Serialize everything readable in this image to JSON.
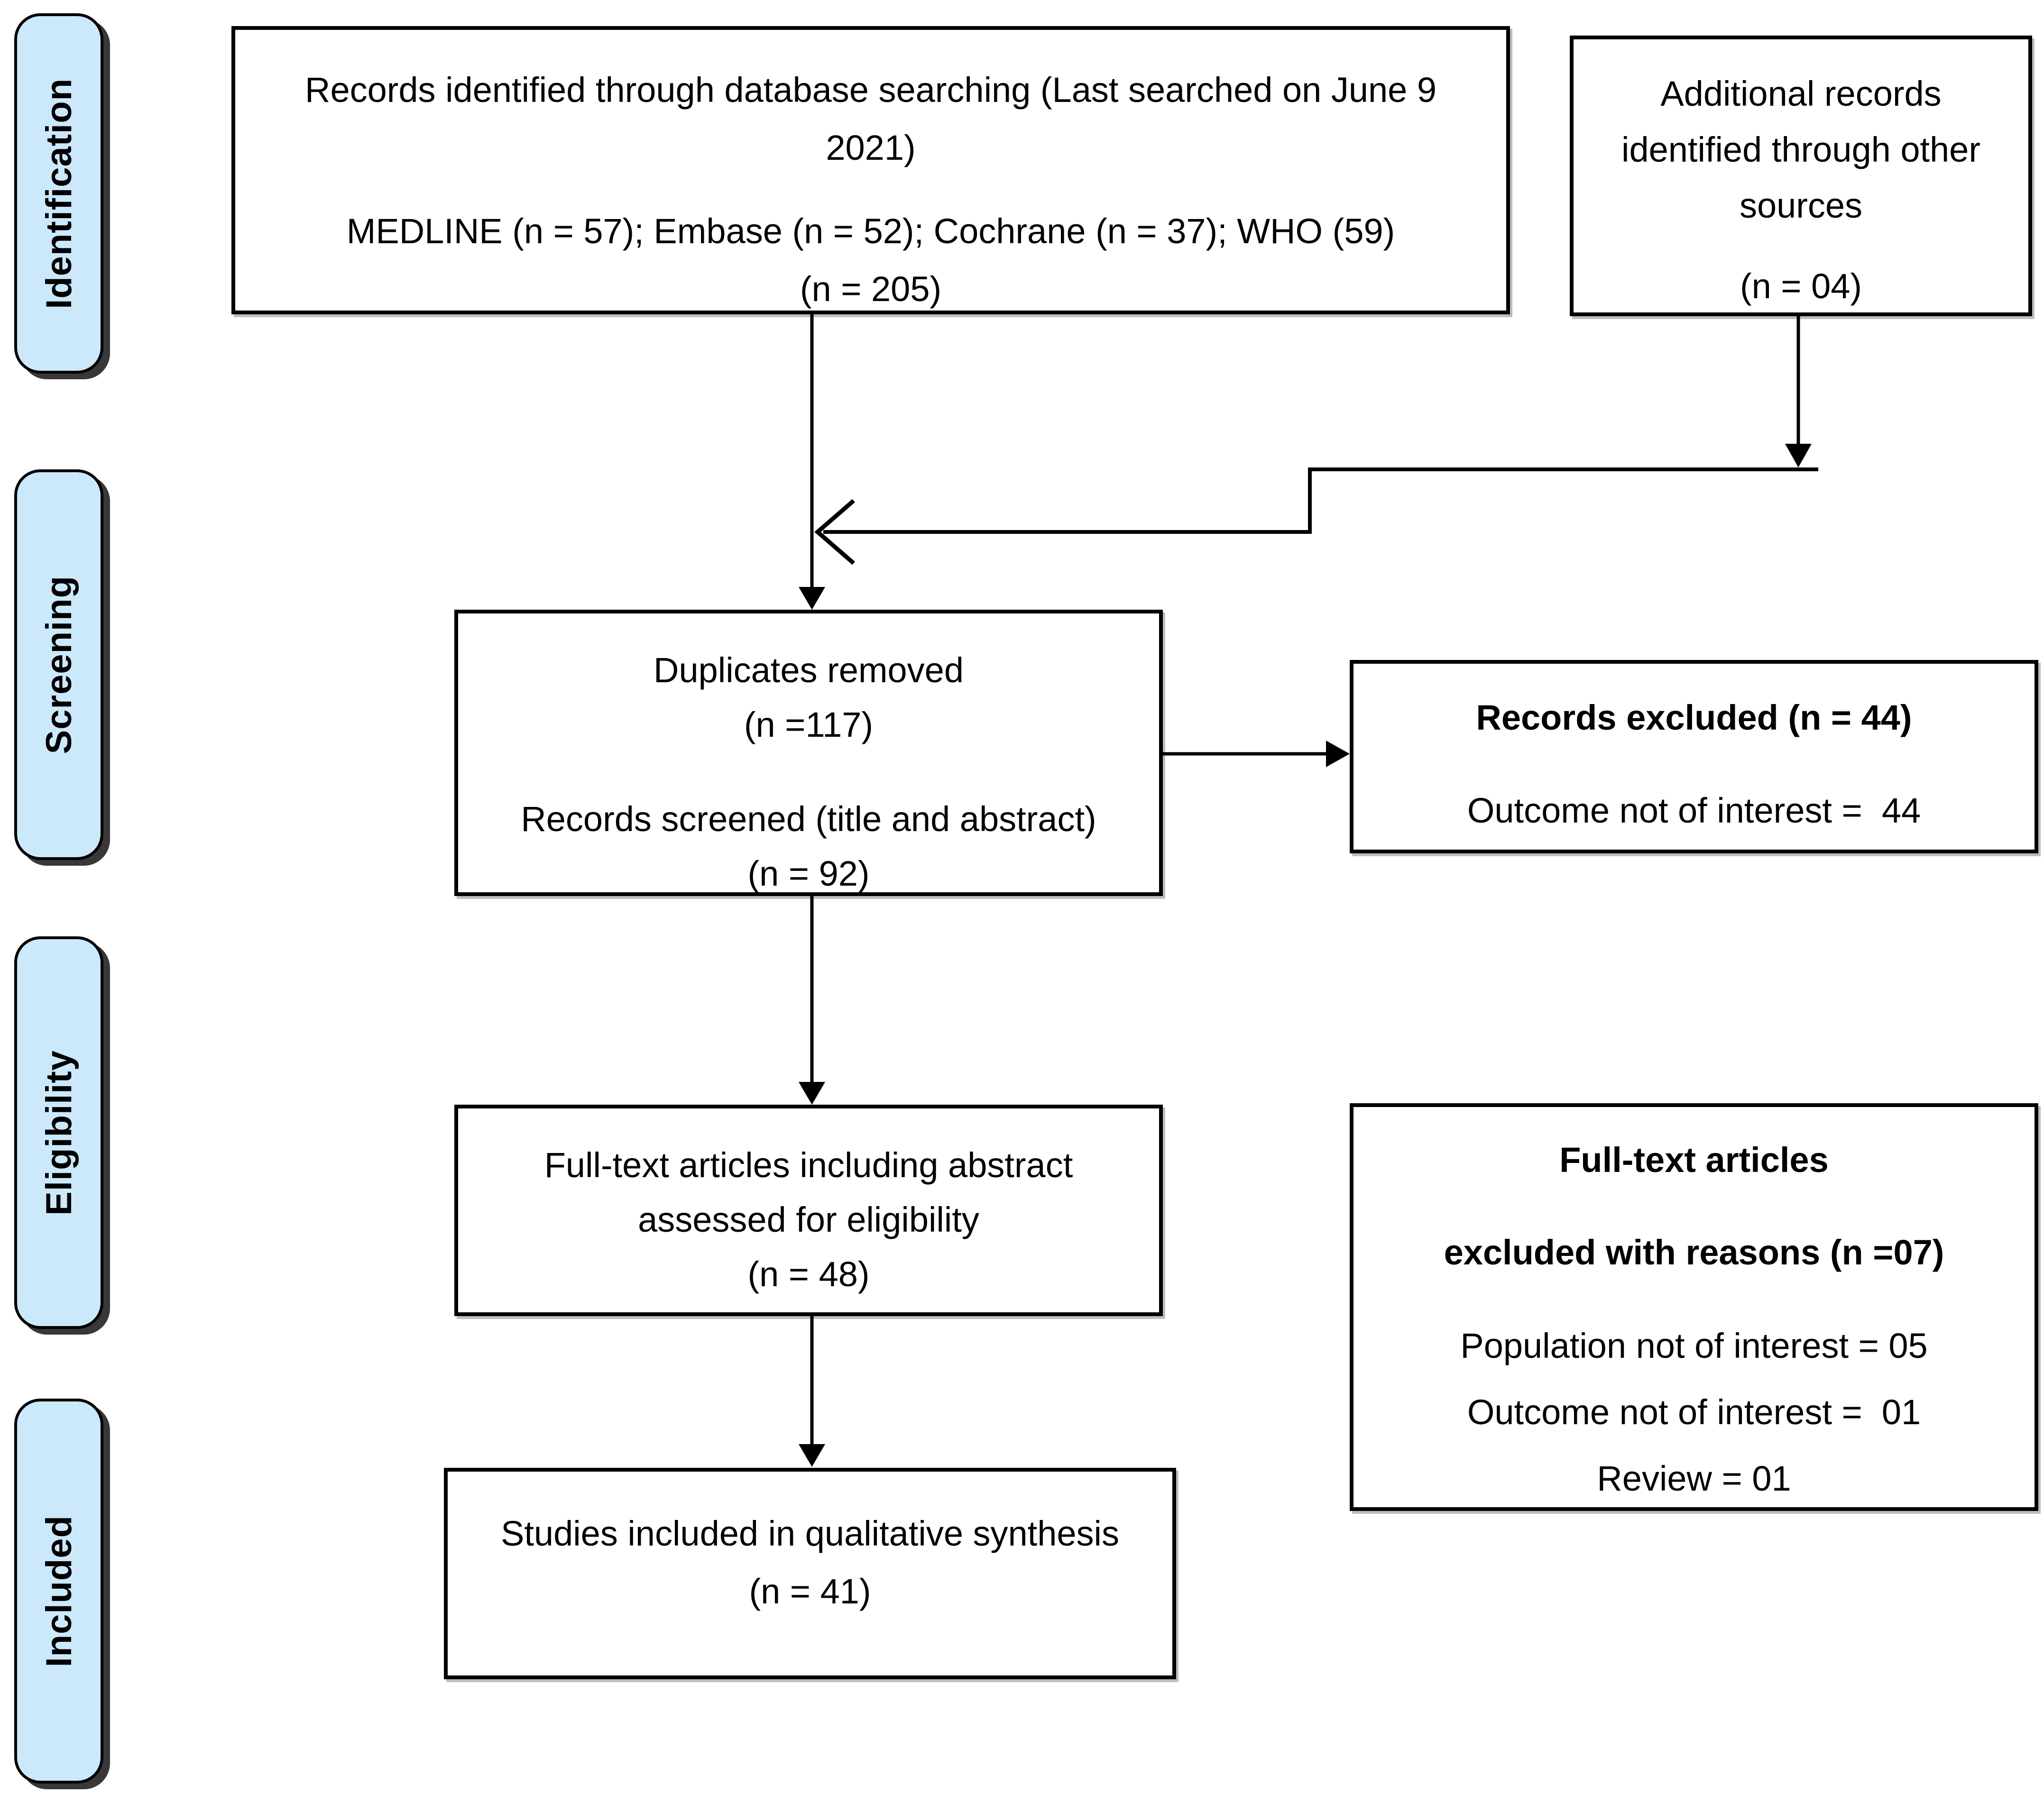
{
  "diagram_title": "PRISMA flow diagram",
  "colors": {
    "page_background": "#ffffff",
    "stage_fill": "#cbe9fb",
    "box_background": "#ffffff",
    "border": "#000000",
    "text": "#000000",
    "arrow": "#000000"
  },
  "stages": [
    {
      "label": "Identification"
    },
    {
      "label": "Screening"
    },
    {
      "label": "Eligibility"
    },
    {
      "label": "Included"
    }
  ],
  "boxes": {
    "records_identified": {
      "lines": [
        "Records identified through database searching (Last searched on June 9",
        "2021)",
        "MEDLINE (n = 57); Embase (n = 52); Cochrane (n = 37); WHO (59)",
        "(n = 205)"
      ]
    },
    "additional_records": {
      "lines": [
        "Additional records",
        "identified through other",
        "sources",
        "(n = 04)"
      ]
    },
    "duplicates_removed": {
      "lines": [
        "Duplicates removed",
        "(n =117)",
        "Records screened (title and abstract)",
        "(n = 92)"
      ]
    },
    "records_excluded": {
      "title": "Records excluded (n = 44)",
      "detail": "Outcome not of interest =  44"
    },
    "fulltext_assessed": {
      "lines": [
        "Full-text articles including abstract",
        "assessed for eligibility",
        "(n = 48)"
      ]
    },
    "fulltext_excluded": {
      "title_lines": [
        "Full-text articles",
        "excluded with reasons (n =07)"
      ],
      "reasons": [
        "Population not of interest = 05",
        "Outcome not of interest =  01",
        "Review = 01"
      ]
    },
    "studies_included": {
      "lines": [
        "Studies included in qualitative synthesis",
        "(n = 41)"
      ]
    }
  }
}
